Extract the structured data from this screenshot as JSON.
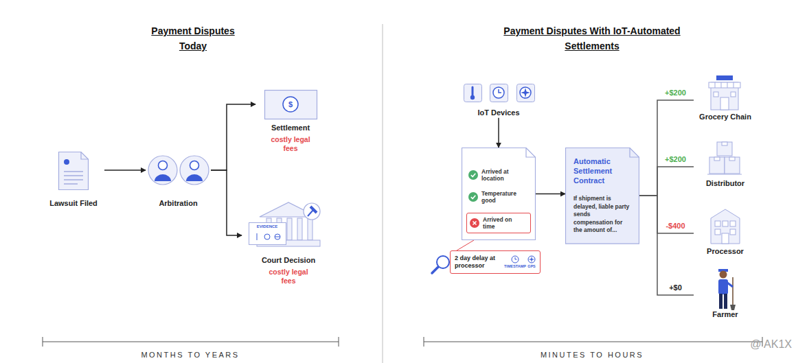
{
  "diagram": {
    "nodes": [
      {
        "text": [
          "Lawsuit Filed"
        ]
      },
      {
        "text": [
          "Arbitration"
        ]
      },
      {
        "text": [
          "Settlement",
          "costly legal fees"
        ]
      },
      {
        "text": [
          "Court Decision",
          "costly legal fees"
        ]
      },
      {
        "text": [
          "IoT Devices"
        ]
      },
      {
        "text": [
          "Arrived at location",
          "Temperature good",
          "Arrived on time"
        ]
      },
      {
        "text": [
          "2 day delay at processor",
          "TIMESTAMP",
          "GPS"
        ]
      },
      {
        "text": [
          "Automatic Settlement Contract",
          "If shipment is delayed, liable party sends compensation for the amount of..."
        ]
      },
      {
        "text": [
          "Grocery Chain"
        ]
      },
      {
        "text": [
          "Distributor"
        ]
      },
      {
        "text": [
          "Processor"
        ]
      },
      {
        "text": [
          "Farmer"
        ]
      }
    ],
    "edges": [
      {
        "from": 0,
        "to": 1,
        "arrow": "to"
      },
      {
        "from": 1,
        "to": 2,
        "arrow": "to"
      },
      {
        "from": 1,
        "to": 3,
        "arrow": "to"
      },
      {
        "from": 4,
        "to": 5,
        "arrow": "to"
      },
      {
        "from": 5,
        "to": 6,
        "arrow": "none"
      },
      {
        "from": 5,
        "to": 7,
        "arrow": "to"
      },
      {
        "from": 7,
        "to": 8,
        "label": "+$200",
        "arrow": "none"
      },
      {
        "from": 7,
        "to": 9,
        "label": "+$200",
        "arrow": "none"
      },
      {
        "from": 7,
        "to": 10,
        "label": "-$400",
        "arrow": "none"
      },
      {
        "from": 7,
        "to": 11,
        "label": "+$0",
        "arrow": "none"
      }
    ],
    "labels": [
      "Payment Disputes Today",
      "Payment Disputes With IoT-Automated Settlements",
      "$",
      "EVIDENCE",
      "MONTHS TO YEARS",
      "MINUTES TO HOURS",
      "@ AK1X"
    ]
  }
}
